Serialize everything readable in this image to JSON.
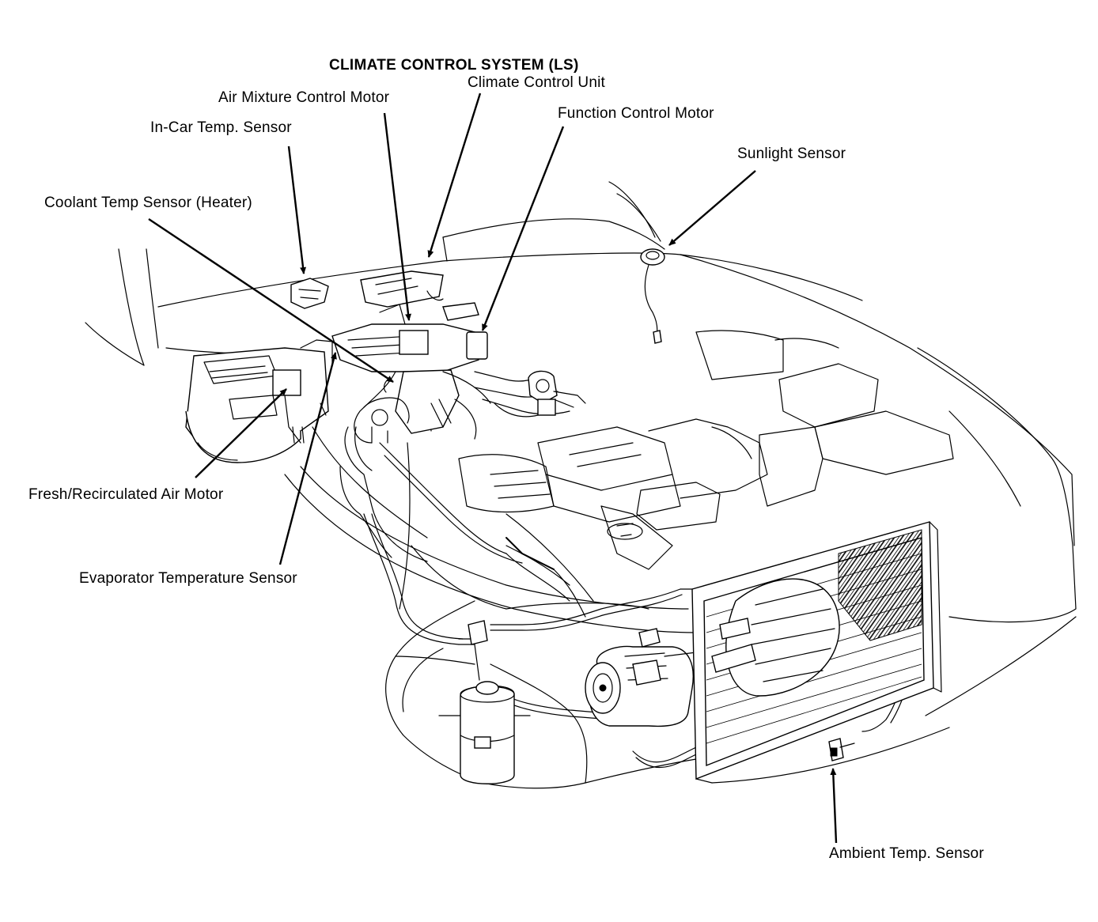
{
  "diagram": {
    "title": "CLIMATE CONTROL SYSTEM (LS)",
    "labels": {
      "climate_control_unit": "Climate Control Unit",
      "air_mixture_control_motor": "Air Mixture Control Motor",
      "function_control_motor": "Function Control Motor",
      "in_car_temp_sensor": "In-Car Temp. Sensor",
      "sunlight_sensor": "Sunlight Sensor",
      "coolant_temp_sensor": "Coolant Temp  Sensor (Heater)",
      "fresh_recirculated_air_motor": "Fresh/Recirculated Air Motor",
      "evaporator_temperature_sensor": "Evaporator Temperature Sensor",
      "ambient_temp_sensor": "Ambient Temp. Sensor"
    }
  }
}
